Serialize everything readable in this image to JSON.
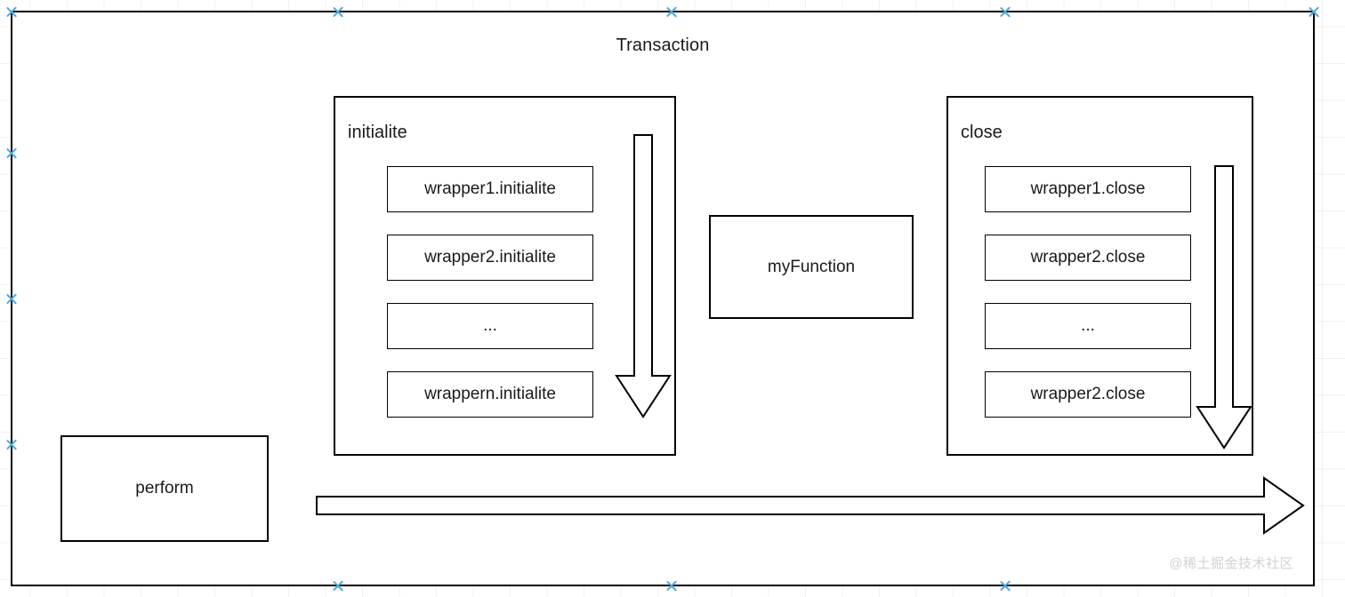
{
  "diagram": {
    "title": "Transaction",
    "watermark": "@稀土掘金技术社区",
    "accent_color": "#4fa8dc",
    "stroke_color": "#000000",
    "background_color": "#ffffff",
    "groups": [
      {
        "label": "initialite",
        "steps": [
          {
            "label": "wrapper1.initialite"
          },
          {
            "label": "wrapper2.initialite"
          },
          {
            "label": "..."
          },
          {
            "label": "wrappern.initialite"
          }
        ],
        "arrow": {
          "name": "down-arrow",
          "direction": "down"
        }
      },
      {
        "label": "close",
        "steps": [
          {
            "label": "wrapper1.close"
          },
          {
            "label": "wrapper2.close"
          },
          {
            "label": "..."
          },
          {
            "label": "wrapper2.close"
          }
        ],
        "arrow": {
          "name": "down-arrow",
          "direction": "down"
        }
      }
    ],
    "middle_box": {
      "label": "myFunction"
    },
    "perform_box": {
      "label": "perform"
    },
    "flow_arrow": {
      "name": "right-arrow",
      "direction": "right"
    }
  }
}
